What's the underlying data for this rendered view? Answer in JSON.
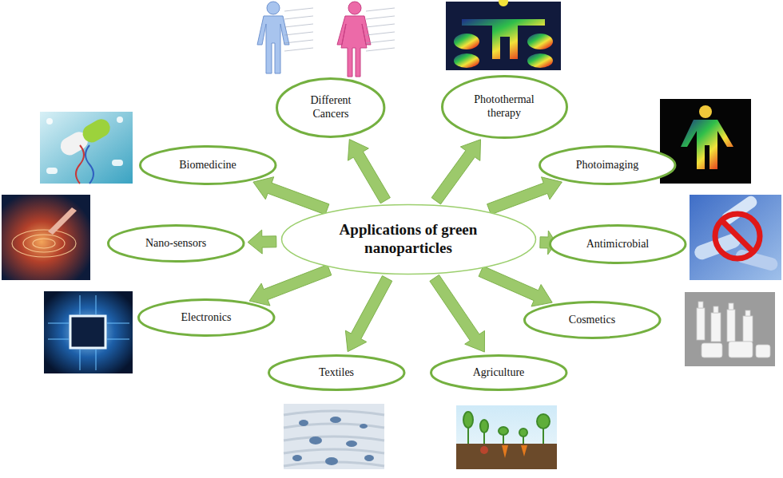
{
  "diagram": {
    "nodes": [
      {
        "text": [
          "Applications of green nanoparticles"
        ]
      },
      {
        "text": [
          "Different Cancers"
        ]
      },
      {
        "text": [
          "Photothermal therapy"
        ]
      },
      {
        "text": [
          "Biomedicine"
        ]
      },
      {
        "text": [
          "Photoimaging"
        ]
      },
      {
        "text": [
          "Nano-sensors"
        ]
      },
      {
        "text": [
          "Antimicrobial"
        ]
      },
      {
        "text": [
          "Electronics"
        ]
      },
      {
        "text": [
          "Cosmetics"
        ]
      },
      {
        "text": [
          "Textiles"
        ]
      },
      {
        "text": [
          "Agriculture"
        ]
      }
    ],
    "edges": [
      {
        "from": 0,
        "to": 1,
        "arrow": "to"
      },
      {
        "from": 0,
        "to": 2,
        "arrow": "to"
      },
      {
        "from": 0,
        "to": 3,
        "arrow": "to"
      },
      {
        "from": 0,
        "to": 4,
        "arrow": "to"
      },
      {
        "from": 0,
        "to": 5,
        "arrow": "to"
      },
      {
        "from": 0,
        "to": 6,
        "arrow": "to"
      },
      {
        "from": 0,
        "to": 7,
        "arrow": "to"
      },
      {
        "from": 0,
        "to": 8,
        "arrow": "to"
      },
      {
        "from": 0,
        "to": 9,
        "arrow": "to"
      },
      {
        "from": 0,
        "to": 10,
        "arrow": "to"
      }
    ]
  }
}
